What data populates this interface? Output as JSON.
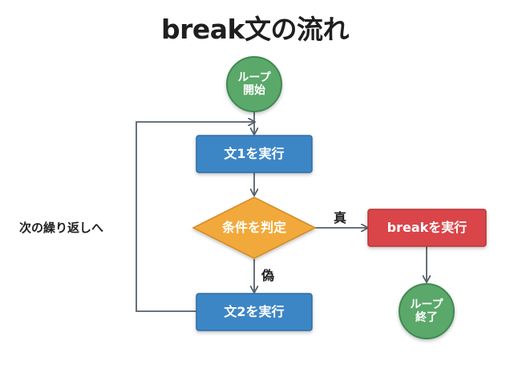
{
  "title": "break文の流れ",
  "nodes": {
    "loop_start": {
      "line1": "ループ",
      "line2": "開始"
    },
    "statement1": "文1を実行",
    "condition": "条件を判定",
    "statement2": "文2を実行",
    "break_exec": "breakを実行",
    "loop_end": {
      "line1": "ループ",
      "line2": "終了"
    }
  },
  "labels": {
    "true": "真",
    "false": "偽",
    "loop_back": "次の繰り返しへ"
  },
  "colors": {
    "circle_fill": "#5aa86a",
    "circle_stroke": "#3f8a52",
    "box_fill": "#3d86c6",
    "box_stroke": "#2e6da6",
    "diamond_fill": "#f2a93b",
    "diamond_stroke": "#d38a24",
    "break_fill": "#d9454a",
    "break_stroke": "#b8353a",
    "arrow": "#55606b"
  }
}
